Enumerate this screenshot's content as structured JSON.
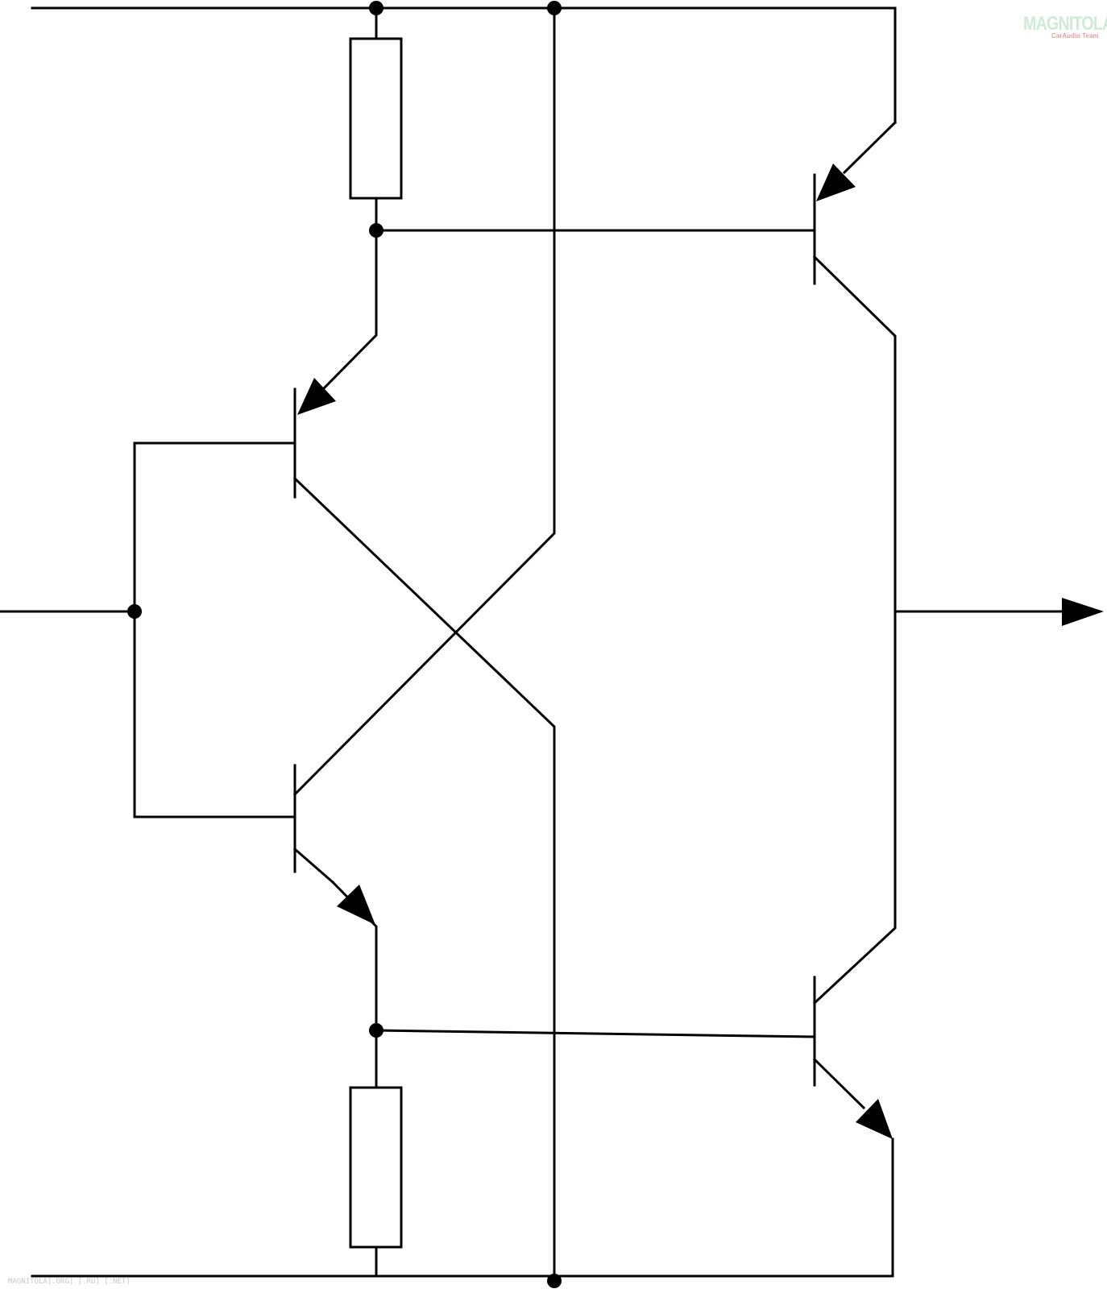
{
  "watermark": {
    "logo": "MAGNITOLA",
    "logo_sub": "CarAudio Team",
    "footer": "MAGNITOLA[.ORG] [.RU] [.NET]"
  },
  "colors": {
    "ink": "#000000",
    "background": "#ffffff",
    "logo_green": "#cdebd6",
    "logo_red": "#e5a0a0"
  },
  "components": [
    {
      "id": "R1",
      "type": "resistor"
    },
    {
      "id": "R2",
      "type": "resistor"
    },
    {
      "id": "Q1",
      "type": "transistor",
      "polarity": "PNP"
    },
    {
      "id": "Q2",
      "type": "transistor",
      "polarity": "NPN"
    },
    {
      "id": "Q3",
      "type": "transistor",
      "polarity": "PNP"
    },
    {
      "id": "Q4",
      "type": "transistor",
      "polarity": "NPN"
    }
  ]
}
